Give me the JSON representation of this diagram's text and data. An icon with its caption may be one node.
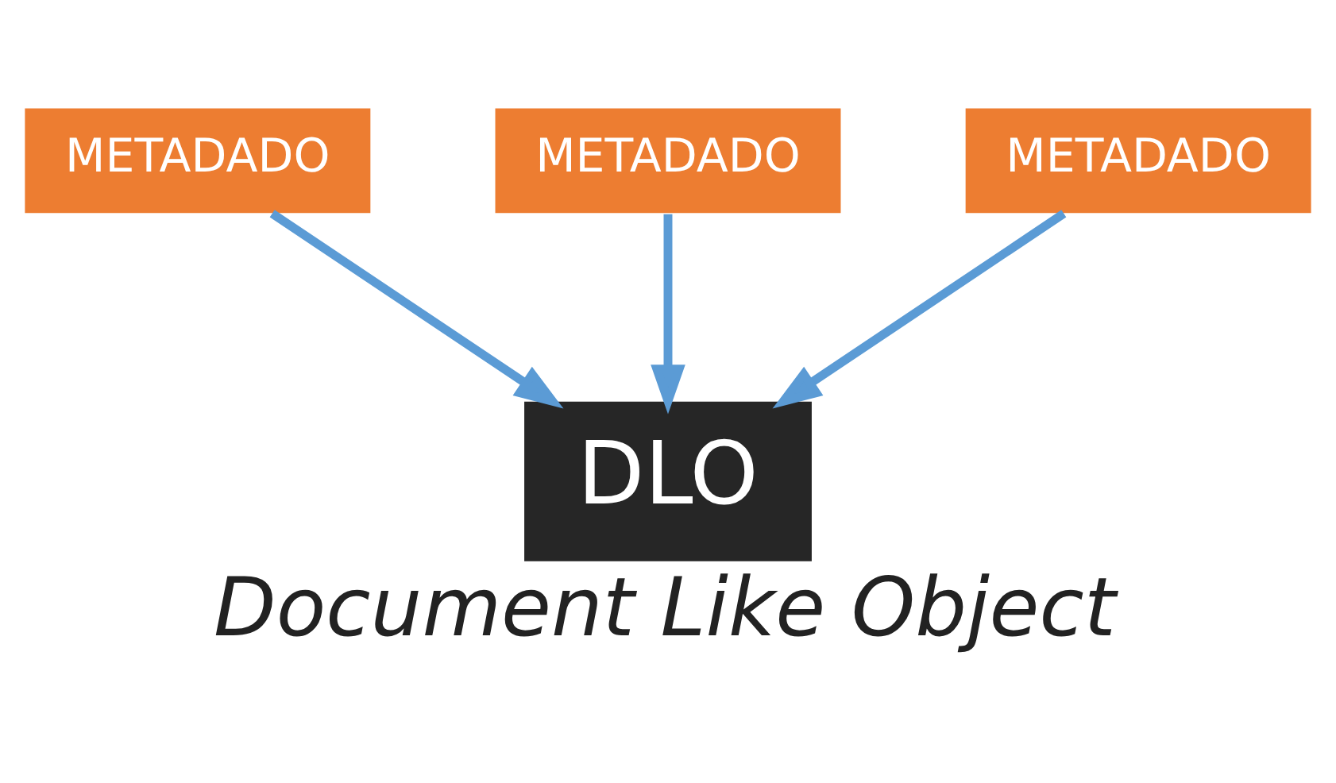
{
  "diagram": {
    "caption": "Document Like Object",
    "nodes": [
      {
        "text": [
          "METADADO"
        ]
      },
      {
        "text": [
          "METADADO"
        ]
      },
      {
        "text": [
          "METADADO"
        ]
      },
      {
        "text": [
          "DLO"
        ]
      }
    ],
    "edges": [
      {
        "from": 1,
        "to": 3,
        "arrow": "to"
      },
      {
        "from": 0,
        "to": 3,
        "arrow": "to"
      },
      {
        "from": 2,
        "to": 3,
        "arrow": "to"
      }
    ]
  }
}
